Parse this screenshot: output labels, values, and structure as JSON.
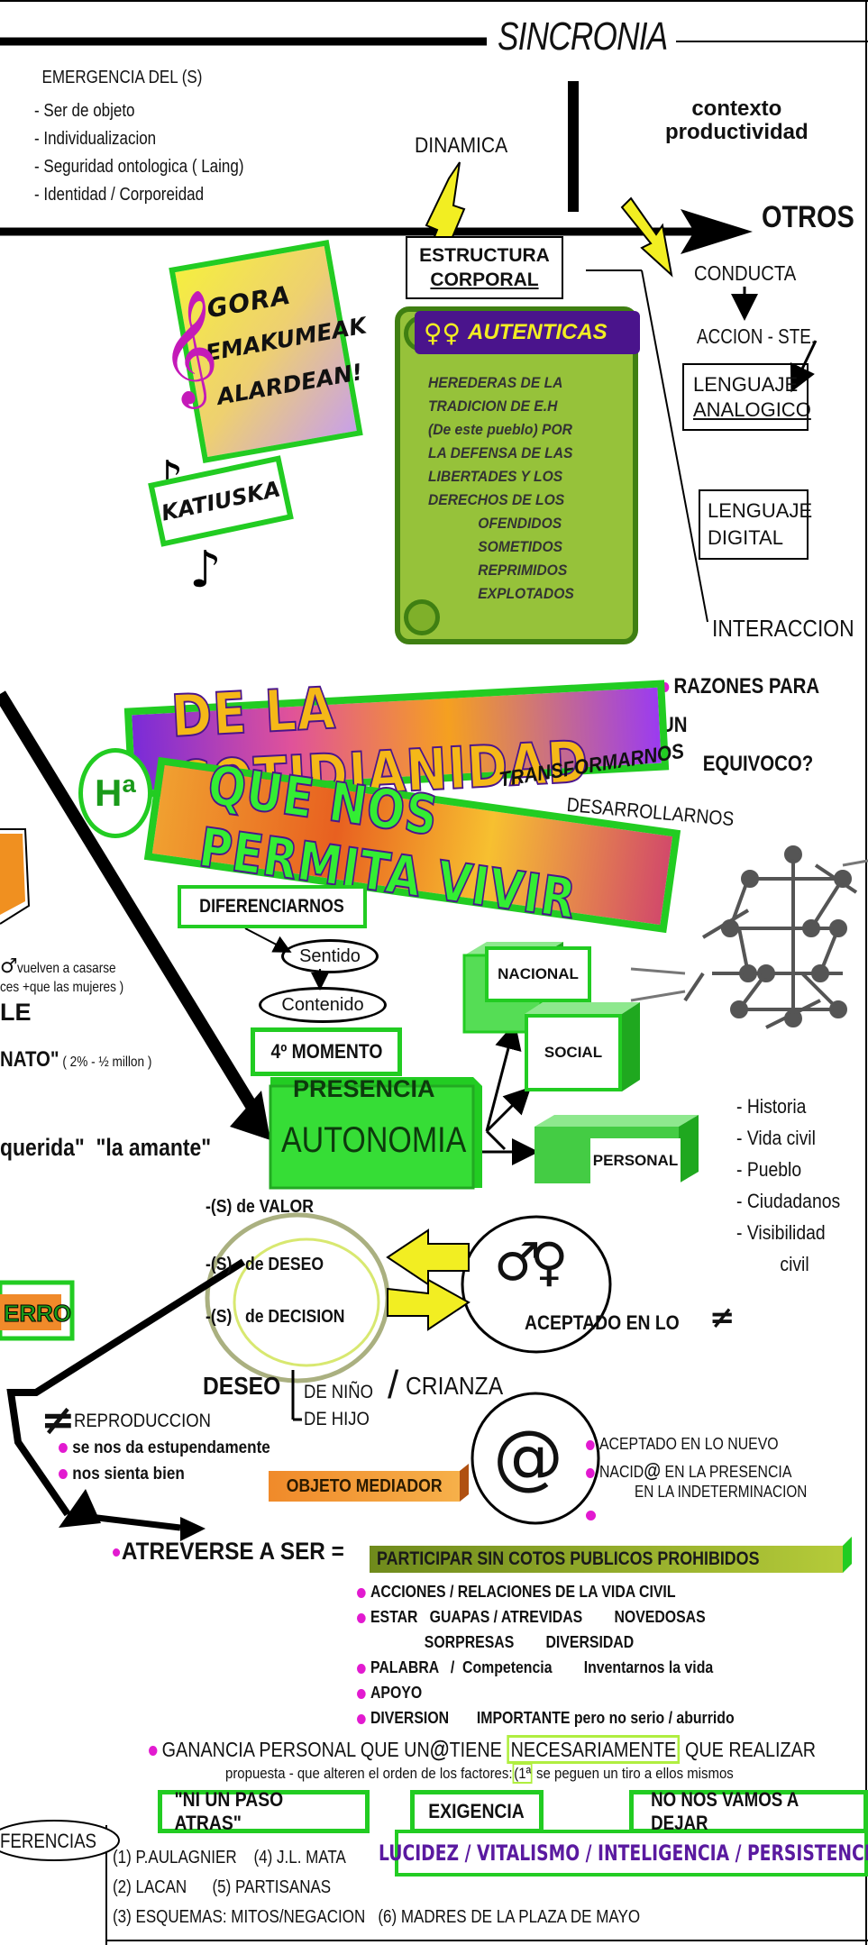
{
  "header": {
    "title": "SINCRONIA"
  },
  "emergencia": {
    "title": "EMERGENCIA DEL (S)",
    "items": [
      "- Ser de objeto",
      "- Individualizacion",
      "- Seguridad ontologica ( Laing)",
      "- Identidad / Corporeidad"
    ]
  },
  "contexto": {
    "line1": "contexto",
    "line2": "productividad"
  },
  "dinamica": "DINAMICA",
  "estructura": {
    "line1": "ESTRUCTURA",
    "line2": "CORPORAL"
  },
  "otros": "OTROS",
  "conducta": "CONDUCTA",
  "accion": "ACCION - STE.",
  "lenguaje_analogico": {
    "line1": "LENGUAJE",
    "line2": "ANALOGICO"
  },
  "lenguaje_digital": {
    "line1": "LENGUAJE",
    "line2": "DIGITAL"
  },
  "interaccion": "INTERACCION",
  "razones": {
    "line1": "RAZONES PARA UN",
    "line2": "EQUIVOCO?"
  },
  "poster": {
    "line1": "GORA",
    "line2": "EMAKUMEAK",
    "line3": "ALARDEAN!"
  },
  "katiuska": "KATIUSKA",
  "scroll": {
    "title": "AUTENTICAS",
    "symbol": "♀♀",
    "lines": [
      "HEREDERAS DE LA",
      "TRADICION DE E.H",
      "(De este pueblo) POR",
      "LA DEFENSA DE LAS",
      "LIBERTADES Y LOS",
      "DERECHOS DE LOS"
    ],
    "indented": [
      "OFENDIDOS",
      "SOMETIDOS",
      "REPRIMIDOS",
      "EXPLOTADOS"
    ]
  },
  "banner1": "DE LA COTIDIANIDAD",
  "banner2": "QUE NOS PERMITA VIVIR",
  "ha": "Hª",
  "transformarnos": "TRANSFORMARNOS",
  "desarrollarnos": "DESARROLLARNOS",
  "diferenciarnos": "DIFERENCIARNOS",
  "sentido": "Sentido",
  "contenido": "Contenido",
  "momento": "4º MOMENTO",
  "presencia": "PRESENCIA",
  "autonomia": "AUTONOMIA",
  "cubes": {
    "nacional": "NACIONAL",
    "social": "SOCIAL",
    "personal": "PERSONAL"
  },
  "historia_list": [
    "- Historia",
    "- Vida civil",
    "- Pueblo",
    "- Ciudadanos",
    "- Visibilidad"
  ],
  "historia_civil": "civil",
  "left_partial": {
    "symbol": "♂",
    "line1": "vuelven a casarse",
    "line2": "ces +que las mujeres )",
    "le": "LE",
    "nato": "NATO\"",
    "nato_small": "( 2% - ½ millon )",
    "querida": "querida\"  \"la amante\"",
    "erro": "ERRO"
  },
  "valor": "-(S) de VALOR",
  "deseo_s": "-(S)   de DESEO",
  "decision_s": "-(S)   de DECISION",
  "genders": "♂♀",
  "aceptado_lo": "ACEPTADO EN LO",
  "neq": "≠",
  "deseo_big": "DESEO",
  "nino": "DE NIÑO",
  "hijo": "DE HIJO",
  "slash": "/",
  "crianza": "CRIANZA",
  "reproduccion": "REPRODUCCION",
  "estupenda": "se nos da estupendamente",
  "sienta": "nos sienta bien",
  "objeto": "OBJETO MEDIADOR",
  "at": "@",
  "aceptado_nuevo": "ACEPTADO EN LO NUEVO",
  "nacid_a": "NACID",
  "nacid_b": "@",
  "nacid_c": " EN LA PRESENCIA",
  "indeterminacion": "EN LA INDETERMINACION",
  "atreverse": "ATREVERSE A SER =",
  "participar": "PARTICIPAR SIN COTOS PUBLICOS PROHIBIDOS",
  "acciones": "ACCIONES / RELACIONES DE LA VIDA CIVIL",
  "estar": "ESTAR   GUAPAS / ATREVIDAS        NOVEDOSAS",
  "sorpresas": "SORPRESAS        DIVERSIDAD",
  "palabra": "PALABRA   /  Competencia        Inventarnos la vida",
  "apoyo": "APOYO",
  "diversion": "DIVERSION       IMPORTANTE pero no serio / aburrido",
  "ganancia_a": "GANANCIA PERSONAL QUE UN",
  "ganancia_at": "@",
  "ganancia_b": "TIENE ",
  "ganancia_box": "NECESARIAMENTE",
  "ganancia_c": " QUE REALIZAR",
  "propuesta_a": "propuesta - que alteren el orden de los factores:",
  "propuesta_b": "(1ª",
  "propuesta_c": " se peguen un tiro a ellos mismos",
  "btn1": "\"NI UN PASO ATRAS\"",
  "btn2": "EXIGENCIA",
  "btn3": "NO NOS VAMOS A DEJAR",
  "referencias": "FERENCIAS",
  "refs": [
    "(1) P.AULAGNIER    (4) J.L. MATA",
    "(2) LACAN      (5) PARTISANAS",
    "(3) ESQUEMAS: MITOS/NEGACION   (6) MADRES DE LA PLAZA DE MAYO"
  ],
  "lucidez": "LUCIDEZ / VITALISMO / INTELIGENCIA / PERSISTENCIA",
  "colors": {
    "green": "#22cc22",
    "yellow": "#f2ee22",
    "purple": "#4a148c",
    "magenta": "#e21ad0",
    "olive": "#9ab52a"
  }
}
